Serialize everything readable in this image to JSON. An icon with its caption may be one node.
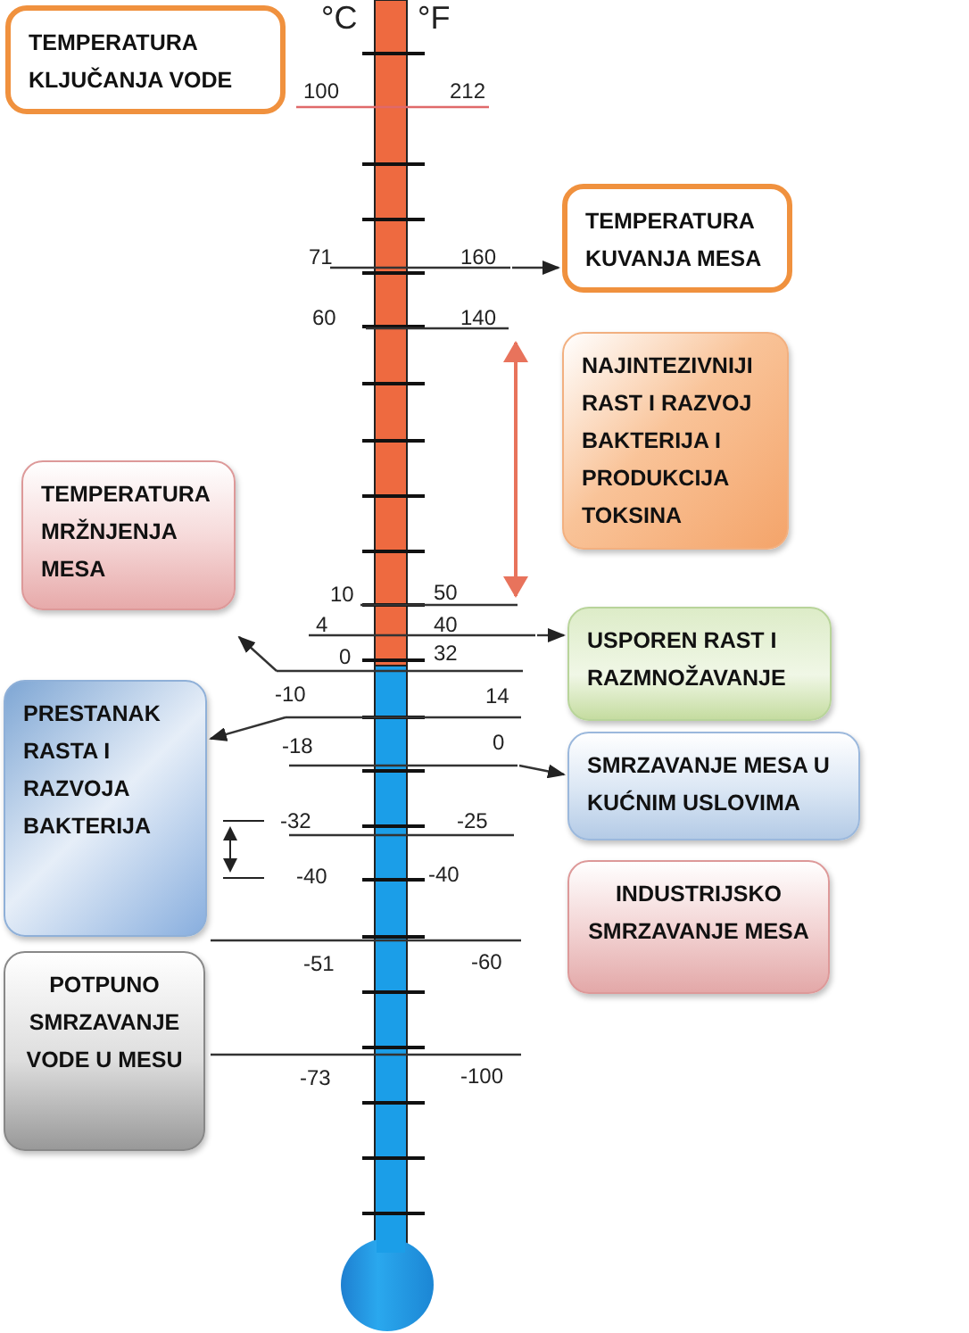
{
  "diagram": {
    "nodes": [
      {
        "text": [
          "TEMPERATURA KLJUČANJA VODE"
        ]
      },
      {
        "text": [
          "TEMPERATURA KUVANJA MESA"
        ]
      },
      {
        "text": [
          "NAJINTEZIVNIJI RAST I RAZVOJ BAKTERIJA I PRODUKCIJA TOKSINA"
        ]
      },
      {
        "text": [
          "TEMPERATURA MRŽNJENJA MESA"
        ]
      },
      {
        "text": [
          "USPOREN RAST I RAZMNOŽAVANJE"
        ]
      },
      {
        "text": [
          "PRESTANAK RASTA I RAZVOJA BAKTERIJA"
        ]
      },
      {
        "text": [
          "SMRZAVANJE MESA U KUĆNIM USLOVIMA"
        ]
      },
      {
        "text": [
          "INDUSTRIJSKO SMRZAVANJE MESA"
        ]
      },
      {
        "text": [
          "POTPUNO SMRZAVANJE VODE U MESU"
        ]
      }
    ],
    "edges": [
      {
        "from": null,
        "to": 1,
        "arrow": "to"
      },
      {
        "from": null,
        "to": 4,
        "arrow": "to"
      },
      {
        "from": null,
        "to": 3,
        "arrow": "to"
      },
      {
        "from": null,
        "to": 5,
        "arrow": "to"
      },
      {
        "from": null,
        "to": 6,
        "arrow": "to"
      }
    ],
    "labels": [
      "°C",
      "°F",
      "100",
      "212",
      "71",
      "160",
      "60",
      "140",
      "10",
      "50",
      "4",
      "40",
      "0",
      "32",
      "-10",
      "14",
      "-18",
      "0",
      "-32",
      "-25",
      "-40",
      "-40",
      "-51",
      "-60",
      "-73",
      "-100"
    ]
  }
}
